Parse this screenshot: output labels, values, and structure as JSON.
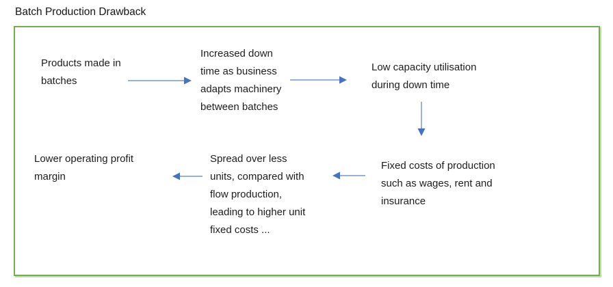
{
  "title": "Batch Production Drawback",
  "diagram": {
    "type": "flowchart",
    "nodes": {
      "products": {
        "id": "products",
        "lines": [
          "Products made in",
          "batches"
        ]
      },
      "downtime": {
        "id": "downtime",
        "lines": [
          "Increased down",
          "time as business",
          "adapts machinery",
          "between batches"
        ]
      },
      "capacity": {
        "id": "capacity",
        "lines": [
          "Low capacity utilisation",
          "during down time"
        ]
      },
      "fixed_costs": {
        "id": "fixed_costs",
        "lines": [
          "Fixed costs of production",
          "such as wages, rent and",
          "insurance"
        ]
      },
      "spread": {
        "id": "spread",
        "lines": [
          "Spread over less",
          "units, compared with",
          "flow production,",
          "leading to higher unit",
          "fixed costs ..."
        ]
      },
      "margin": {
        "id": "margin",
        "lines": [
          "Lower operating profit",
          "margin"
        ]
      }
    },
    "edges": [
      {
        "from": "products",
        "to": "downtime",
        "direction": "right"
      },
      {
        "from": "downtime",
        "to": "capacity",
        "direction": "right"
      },
      {
        "from": "capacity",
        "to": "fixed_costs",
        "direction": "down"
      },
      {
        "from": "fixed_costs",
        "to": "spread",
        "direction": "left"
      },
      {
        "from": "spread",
        "to": "margin",
        "direction": "left"
      }
    ]
  },
  "colors": {
    "border_green": "#74ae4d",
    "border_green_light": "#c2ddad",
    "arrow_line": "#8aa3d8",
    "arrow_head": "#4472c4",
    "text_color": "#1c1c1c",
    "bg": "#ffffff"
  }
}
